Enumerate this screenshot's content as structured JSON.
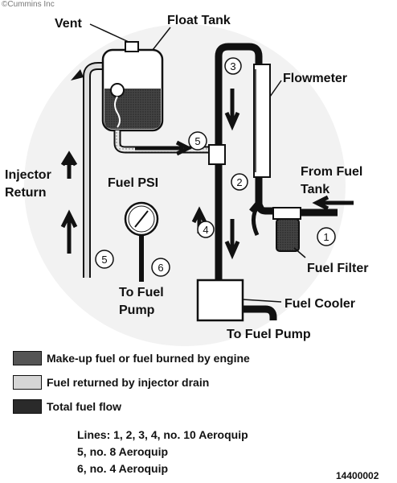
{
  "watermark": "©Cummins Inc",
  "labels": {
    "vent": "Vent",
    "float_tank": "Float Tank",
    "flowmeter": "Flowmeter",
    "injector_return_1": "Injector",
    "injector_return_2": "Return",
    "fuel_psi": "Fuel PSI",
    "from_fuel_tank_1": "From Fuel",
    "from_fuel_tank_2": "Tank",
    "fuel_filter": "Fuel Filter",
    "fuel_cooler": "Fuel Cooler",
    "to_fuel_pump_left_1": "To Fuel",
    "to_fuel_pump_left_2": "Pump",
    "to_fuel_pump_bottom": "To Fuel Pump",
    "registered": "®"
  },
  "line_numbers": {
    "n1": "1",
    "n2": "2",
    "n3": "3",
    "n4": "4",
    "n5_top": "5",
    "n5_left": "5",
    "n6": "6"
  },
  "legend": {
    "items": [
      {
        "label": "Make-up fuel or fuel burned by engine",
        "color": "#555555"
      },
      {
        "label": "Fuel returned by injector drain",
        "color": "#d6d6d6"
      },
      {
        "label": "Total fuel flow",
        "color": "#2a2a2a"
      }
    ]
  },
  "lines_note": {
    "line1": "Lines: 1, 2, 3, 4, no. 10 Aeroquip",
    "line2": "5, no. 8 Aeroquip",
    "line3": "6, no. 4 Aeroquip"
  },
  "figure_id": "14400002"
}
